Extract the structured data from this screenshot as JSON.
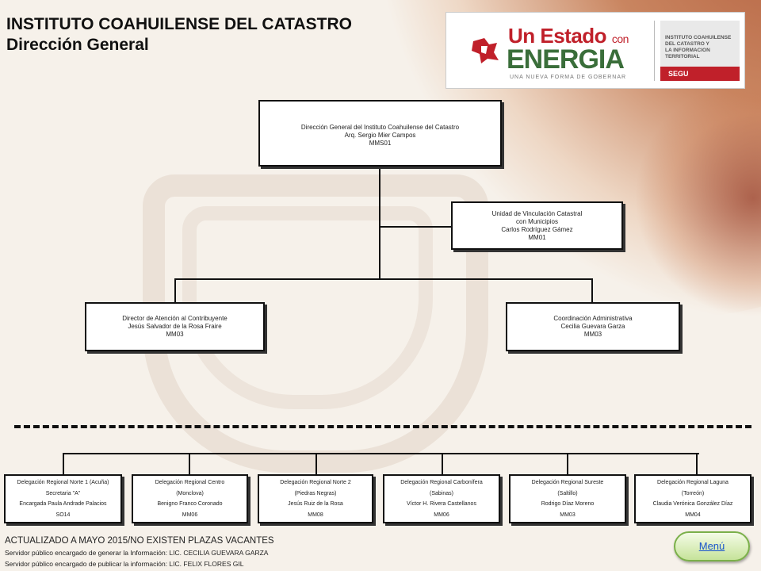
{
  "header": {
    "title_line1": "INSTITUTO COAHUILENSE DEL CATASTRO",
    "title_line2": "Dirección General"
  },
  "logo": {
    "slogan_line1_a": "Un Estado",
    "slogan_line1_b": "con",
    "slogan_line2": "ENERGIA",
    "tagline": "UNA NUEVA FORMA DE GOBERNAR",
    "institute_line1": "INSTITUTO COAHUILENSE",
    "institute_line2": "DEL CATASTRO Y",
    "institute_line3": "LA INFORMACION TERRITORIAL",
    "segu": "SEGU",
    "colors": {
      "red": "#c0202a",
      "green": "#3a6e3a"
    }
  },
  "org": {
    "director_general": {
      "line1": "Dirección General del Instituto Coahuilense del Catastro",
      "line2": "Arq. Sergio Mier Campos",
      "line3": "MMS01"
    },
    "unidad_vinculacion": {
      "line1": "Unidad de Vinculación Catastral",
      "line2": "con Municipios",
      "line3": "Carlos Rodríguez Gámez",
      "line4": "MM01"
    },
    "director_atencion": {
      "line1": "Director de Atención al Contribuyente",
      "line2": "Jesús Salvador de la Rosa Fraire",
      "line3": "MM03"
    },
    "coordinacion_admin": {
      "line1": "Coordinación Administrativa",
      "line2": "Cecilia Guevara Garza",
      "line3": "MM03"
    },
    "delegaciones": [
      {
        "l1": "Delegación Regional Norte 1 (Acuña)",
        "l2": "Secretaria \"A\"",
        "l3": "Encargada Paula Andrade Palacios",
        "l4": "SO14"
      },
      {
        "l1": "Delegación Regional Centro",
        "l2": "(Monclova)",
        "l3": "Benigno Franco Coronado",
        "l4": "MM06"
      },
      {
        "l1": "Delegación Regional Norte 2",
        "l2": "(Piedras Negras)",
        "l3": "Jesús Ruiz de la Rosa",
        "l4": "MM08"
      },
      {
        "l1": "Delegación Regional Carbonífera",
        "l2": "(Sabinas)",
        "l3": "Víctor H. Rivera Castellanos",
        "l4": "MM06"
      },
      {
        "l1": "Delegación Regional Sureste",
        "l2": "(Saltillo)",
        "l3": "Rodrigo Díaz Moreno",
        "l4": "MM03"
      },
      {
        "l1": "Delegación Regional Laguna",
        "l2": "(Torreón)",
        "l3": "Claudia Verónica González Díaz",
        "l4": "MM04"
      }
    ]
  },
  "footer": {
    "line1": "ACTUALIZADO  A MAYO 2015/NO  EXISTEN PLAZAS VACANTES",
    "line2": "Servidor público encargado de generar la Información: LIC. CECILIA GUEVARA GARZA",
    "line3": "Servidor público encargado de publicar la información: LIC. FELIX FLORES GIL"
  },
  "menu_label": "Menú"
}
